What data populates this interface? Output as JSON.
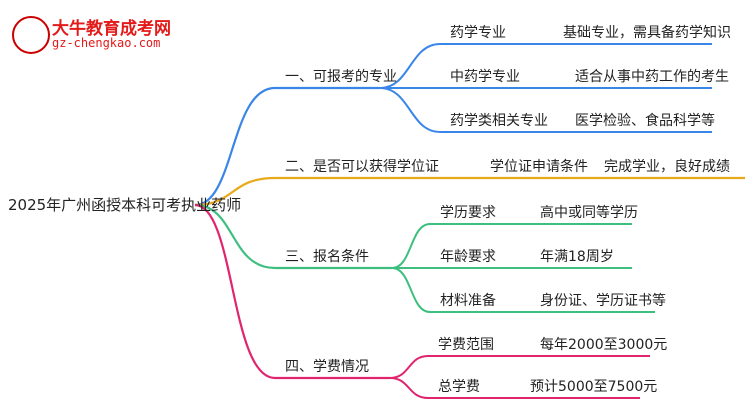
{
  "logo": {
    "title": "大牛教育成考网",
    "url": "gz-chengkao.com"
  },
  "root": "2025年广州函授本科可考执业药师",
  "branches": [
    {
      "label": "一、可报考的专业",
      "color": "#3a86e8",
      "items": [
        {
          "key": "药学专业",
          "value": "基础专业，需具备药学知识"
        },
        {
          "key": "中药学专业",
          "value": "适合从事中药工作的考生"
        },
        {
          "key": "药学类相关专业",
          "value": "医学检验、食品科学等"
        }
      ]
    },
    {
      "label": "二、是否可以获得学位证",
      "color": "#e8a91b",
      "items": [
        {
          "key": "学位证申请条件",
          "value": "完成学业，良好成绩"
        }
      ]
    },
    {
      "label": "三、报名条件",
      "color": "#3fbf7f",
      "items": [
        {
          "key": "学历要求",
          "value": "高中或同等学历"
        },
        {
          "key": "年龄要求",
          "value": "年满18周岁"
        },
        {
          "key": "材料准备",
          "value": "身份证、学历证书等"
        }
      ]
    },
    {
      "label": "四、学费情况",
      "color": "#e0256e",
      "items": [
        {
          "key": "学费范围",
          "value": "每年2000至3000元"
        },
        {
          "key": "总学费",
          "value": "预计5000至7500元"
        }
      ]
    }
  ]
}
